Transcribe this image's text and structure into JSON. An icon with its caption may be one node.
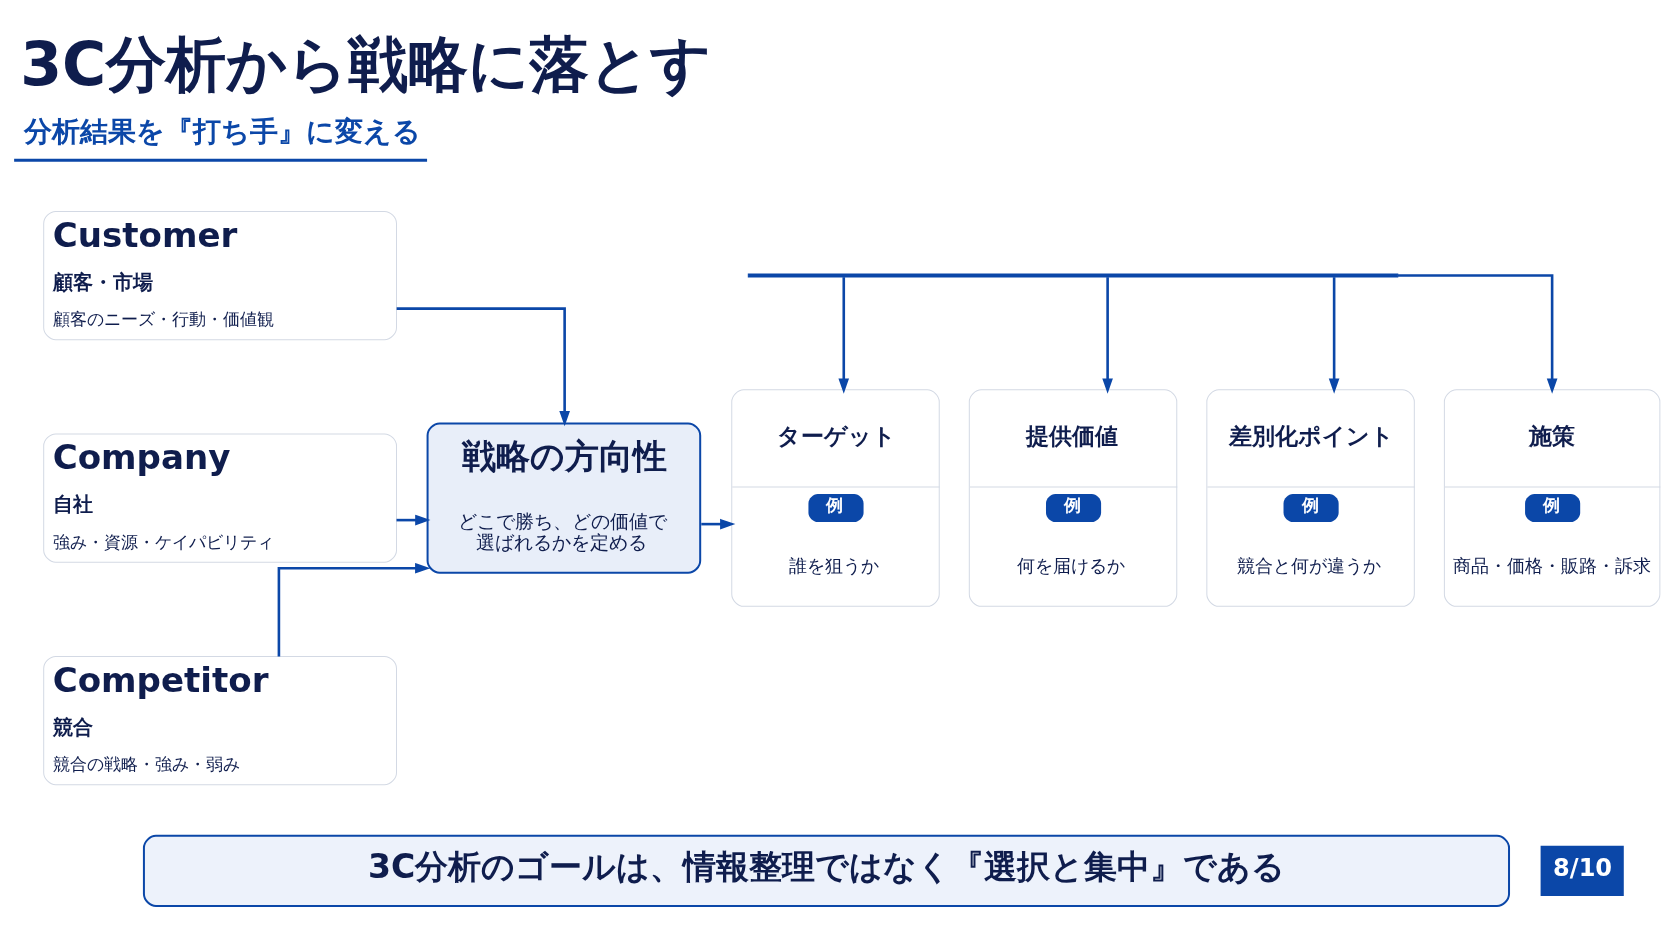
{
  "diagram": {
    "title": "3C分析から戦略に落とす",
    "nodes": [
      {
        "text": [
          "Customer",
          "顧客・市場",
          "顧客のニーズ・行動・価値観"
        ]
      },
      {
        "text": [
          "Company",
          "自社",
          "強み・資源・ケイパビリティ"
        ]
      },
      {
        "text": [
          "Competitor",
          "競合",
          "競合の戦略・強み・弱み"
        ]
      },
      {
        "text": [
          "戦略の方向性",
          "どこで勝ち、どの価値で選ばれるかを定める"
        ]
      },
      {
        "text": [],
        "shape": "bar"
      },
      {
        "text": [
          "ターゲット",
          "例",
          "誰を狙うか"
        ]
      },
      {
        "text": [
          "提供価値",
          "例",
          "何を届けるか"
        ]
      },
      {
        "text": [
          "差別化ポイント",
          "例",
          "競合と何が違うか"
        ]
      },
      {
        "text": [
          "施策",
          "例",
          "商品・価格・販路・訴求"
        ]
      },
      {
        "text": [
          "3C分析のゴールは、情報整理ではなく『選択と集中』である"
        ]
      }
    ],
    "edges": [
      {
        "from": 0,
        "to": 3,
        "arrow": "to"
      },
      {
        "from": 1,
        "to": 3,
        "arrow": "to"
      },
      {
        "from": 2,
        "to": 3,
        "arrow": "to"
      },
      {
        "from": 3,
        "to": 5,
        "arrow": "to"
      },
      {
        "from": 4,
        "to": 5,
        "arrow": "to"
      },
      {
        "from": 4,
        "to": 6,
        "arrow": "to"
      },
      {
        "from": 4,
        "to": 7,
        "arrow": "to"
      },
      {
        "from": 4,
        "to": 8,
        "arrow": "to"
      }
    ],
    "labels": [
      "分析結果を『打ち手』に変える",
      "8/10"
    ]
  }
}
